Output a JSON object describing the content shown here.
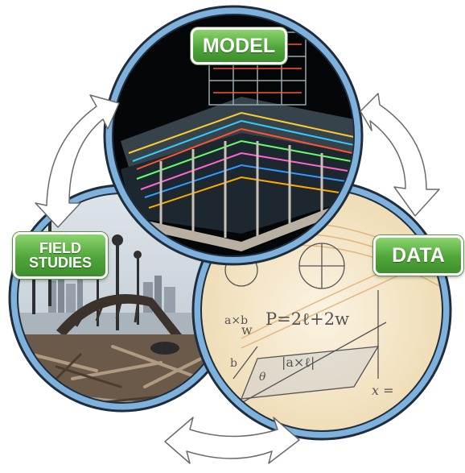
{
  "labels": {
    "model": "MODEL",
    "data": "DATA",
    "field_studies": "FIELD\nSTUDIES"
  },
  "math_text": {
    "formula": "P=2ℓ+2w",
    "axb": "a×b",
    "abs": "|a×ℓ|",
    "x_eq": "x =",
    "w": "w",
    "b": "b",
    "theta": "θ"
  },
  "colors": {
    "ring": "#7fb1dd",
    "ring_edge": "#1f2d3d",
    "label_green": "#4fa53a",
    "arrow_fill": "#ffffff",
    "arrow_stroke": "#6b6b6b"
  },
  "icons": {
    "cycle_arrows": "curved-double-arrow-icon"
  }
}
